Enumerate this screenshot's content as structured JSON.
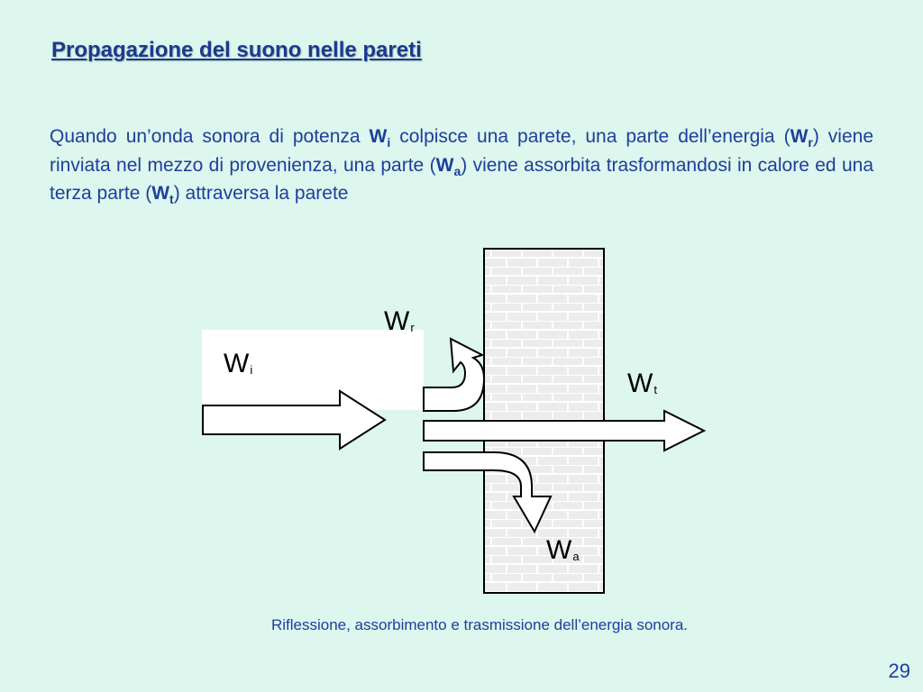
{
  "slide": {
    "title": "Propagazione del suono nelle pareti",
    "paragraph": {
      "t1": "Quando un’onda sonora di potenza ",
      "w_incident_main": "W",
      "w_incident_sub": "i",
      "t2": " colpisce una parete, una parte dell’energia (",
      "w_reflected_main": "W",
      "w_reflected_sub": "r",
      "t3": ") viene rinviata nel mezzo di provenienza, una parte (",
      "w_absorbed_main": "W",
      "w_absorbed_sub": "a",
      "t4": ") viene assorbita trasformandosi in calore ed una terza parte (",
      "w_transmitted_main": "W",
      "w_transmitted_sub": "t",
      "t5": ") attraversa la parete"
    },
    "caption": "Riflessione, assorbimento e trasmissione dell’energia sonora.",
    "page_number": "29"
  },
  "diagram": {
    "labels": {
      "incident": {
        "main": "W",
        "sub": "i"
      },
      "reflected": {
        "main": "W",
        "sub": "r"
      },
      "transmitted": {
        "main": "W",
        "sub": "t"
      },
      "absorbed": {
        "main": "W",
        "sub": "a"
      }
    },
    "colors": {
      "wall_fill": "#ececec",
      "brick_line": "#ffffff",
      "outline": "#000000",
      "arrow_fill": "#ffffff",
      "label_box": "#ffffff"
    }
  }
}
